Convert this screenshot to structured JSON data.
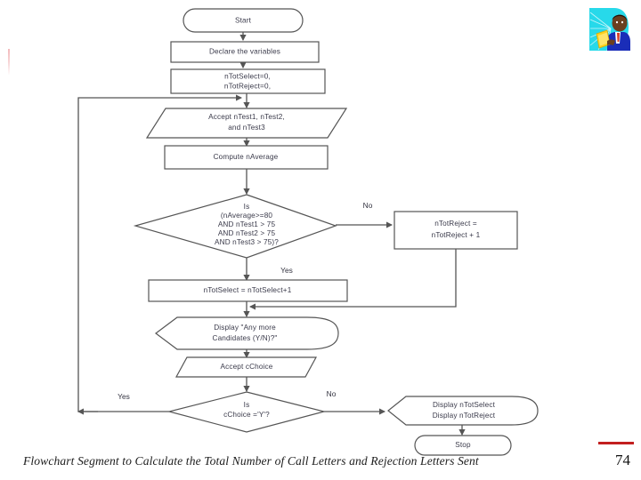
{
  "slide": {
    "caption": "Flowchart Segment to Calculate the Total Number of Call Letters and Rejection Letters Sent",
    "page_number": "74",
    "accent_red": "#c21f1f",
    "shape_stroke": "#555555",
    "text_color": "#3a3a4a",
    "background": "#ffffff"
  },
  "clipart": {
    "name": "businessman-with-folder-clipart",
    "background_color": "#27d9ea",
    "suit_color": "#1a2db8",
    "folder_color": "#ffd21f",
    "skin_color": "#6b3f1f",
    "shirt_color": "#ffffff",
    "tie_color": "#d83a1f"
  },
  "flowchart": {
    "nodes": [
      {
        "id": "start",
        "type": "terminator",
        "text": [
          "Start"
        ]
      },
      {
        "id": "declare",
        "type": "process",
        "text": [
          "Declare the variables"
        ]
      },
      {
        "id": "init",
        "type": "process",
        "text": [
          "nTotSelect=0,",
          "nTotReject=0,"
        ]
      },
      {
        "id": "accept-tests",
        "type": "input",
        "text": [
          "Accept nTest1, nTest2,",
          "and nTest3"
        ]
      },
      {
        "id": "compute-avg",
        "type": "process",
        "text": [
          "Compute nAverage"
        ]
      },
      {
        "id": "decision-pass",
        "type": "decision",
        "text": [
          "Is",
          "(nAverage>=80",
          "AND nTest1 > 75",
          "AND nTest2 > 75",
          "AND nTest3 > 75)?"
        ]
      },
      {
        "id": "reject-incr",
        "type": "process",
        "text": [
          "nTotReject =",
          "nTotReject + 1"
        ]
      },
      {
        "id": "select-incr",
        "type": "process",
        "text": [
          "nTotSelect = nTotSelect+1"
        ]
      },
      {
        "id": "display-more",
        "type": "display",
        "text": [
          "Display \"Any more",
          "Candidates (Y/N)?\""
        ]
      },
      {
        "id": "accept-choice",
        "type": "input",
        "text": [
          "Accept cChoice"
        ]
      },
      {
        "id": "decision-more",
        "type": "decision",
        "text": [
          "Is",
          "cChoice ='Y'?"
        ]
      },
      {
        "id": "display-totals",
        "type": "display",
        "text": [
          "Display nTotSelect",
          "Display nTotReject"
        ]
      },
      {
        "id": "stop",
        "type": "terminator",
        "text": [
          "Stop"
        ]
      }
    ],
    "branch_labels": {
      "decision_pass_no": "No",
      "decision_pass_yes": "Yes",
      "decision_more_yes": "Yes",
      "decision_more_no": "No"
    }
  }
}
